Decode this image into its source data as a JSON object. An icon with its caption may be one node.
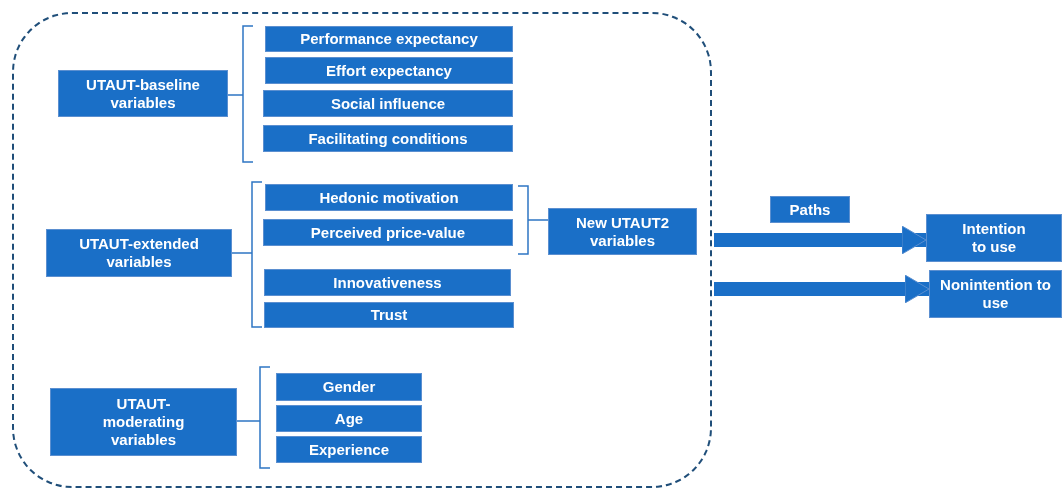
{
  "diagram": {
    "nodes": [
      {
        "text": [],
        "shape": "box"
      },
      {
        "text": [
          "UTAUT-baseline variables"
        ],
        "in": 0
      },
      {
        "text": [
          "Performance expectancy"
        ],
        "in": 0
      },
      {
        "text": [
          "Effort expectancy"
        ],
        "in": 0
      },
      {
        "text": [
          "Social influence"
        ],
        "in": 0
      },
      {
        "text": [
          "Facilitating conditions"
        ],
        "in": 0
      },
      {
        "text": [
          "UTAUT-extended variables"
        ],
        "in": 0
      },
      {
        "text": [
          "Hedonic motivation"
        ],
        "in": 0
      },
      {
        "text": [
          "Perceived price-value"
        ],
        "in": 0
      },
      {
        "text": [
          "New UTAUT2 variables"
        ],
        "in": 0
      },
      {
        "text": [
          "Innovativeness"
        ],
        "in": 0
      },
      {
        "text": [
          "Trust"
        ],
        "in": 0
      },
      {
        "text": [
          "UTAUT-moderating variables"
        ],
        "in": 0
      },
      {
        "text": [
          "Gender"
        ],
        "in": 0
      },
      {
        "text": [
          "Age"
        ],
        "in": 0
      },
      {
        "text": [
          "Experience"
        ],
        "in": 0
      },
      {
        "text": [
          "Paths"
        ]
      },
      {
        "text": [
          "Intention to use"
        ]
      },
      {
        "text": [
          "Nonintention to use"
        ]
      }
    ],
    "edges": [
      {
        "from": 0,
        "to": 17,
        "arrow": "to"
      },
      {
        "from": 0,
        "to": 18,
        "arrow": "to"
      }
    ]
  }
}
